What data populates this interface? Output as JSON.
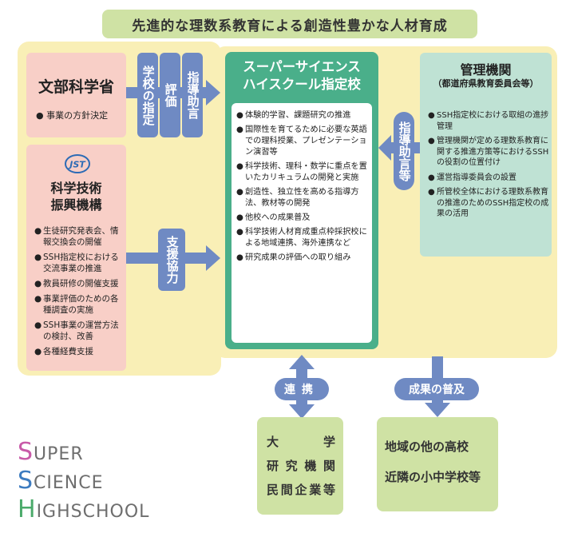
{
  "banner": "先進的な理数系教育による創造性豊かな人材育成",
  "mext": {
    "title": "文部科学省",
    "items": [
      "事業の方針決定"
    ]
  },
  "mext_pills": [
    "学校の指定",
    "評価",
    "指導助言"
  ],
  "jst": {
    "logo": "JST",
    "title_line1": "科学技術",
    "title_line2": "振興機構",
    "items": [
      "生徒研究発表会、情報交換会の開催",
      "SSH指定校における交流事業の推進",
      "教員研修の開催支援",
      "事業評価のための各種調査の実施",
      "SSH事業の運営方法の検討、改善",
      "各種経費支援"
    ]
  },
  "support_pill": "支援協力",
  "ssh_school": {
    "title_line1": "スーパーサイエンス",
    "title_line2": "ハイスクール指定校",
    "items": [
      "体験的学習、課題研究の推進",
      "国際性を育てるために必要な英語での理科授業、プレゼンテーション演習等",
      "科学技術、理科・数学に重点を置いたカリキュラムの開発と実施",
      "創造性、独立性を高める指導方法、教材等の開発",
      "他校への成果普及",
      "科学技術人材育成重点枠採択校による地域連携、海外連携など",
      "研究成果の評価への取り組み"
    ]
  },
  "guidance_pill": "指導助言等",
  "management": {
    "title": "管理機関",
    "subtitle": "（都道府県教育委員会等）",
    "items": [
      "SSH指定校における取組の進捗管理",
      "管理機関が定める理数系教育に関する推進方策等におけるSSHの役割の位置付け",
      "運営指導委員会の設置",
      "所管校全体における理数系教育の推進のためのSSH指定校の成果の活用"
    ]
  },
  "cooperation_pill": "連携",
  "dissemination_pill": "成果の普及",
  "partners": [
    "大学",
    "研究機関",
    "民間企業等"
  ],
  "local_schools": [
    "地域の他の高校",
    "近隣の小中学校等"
  ],
  "ssh_logo": [
    {
      "cap": "S",
      "rest": "UPER",
      "color": "#c85aa8"
    },
    {
      "cap": "S",
      "rest": "CIENCE",
      "color": "#3d7cc0"
    },
    {
      "cap": "H",
      "rest": "IGHSCHOOL",
      "color": "#4aaa6a"
    }
  ]
}
